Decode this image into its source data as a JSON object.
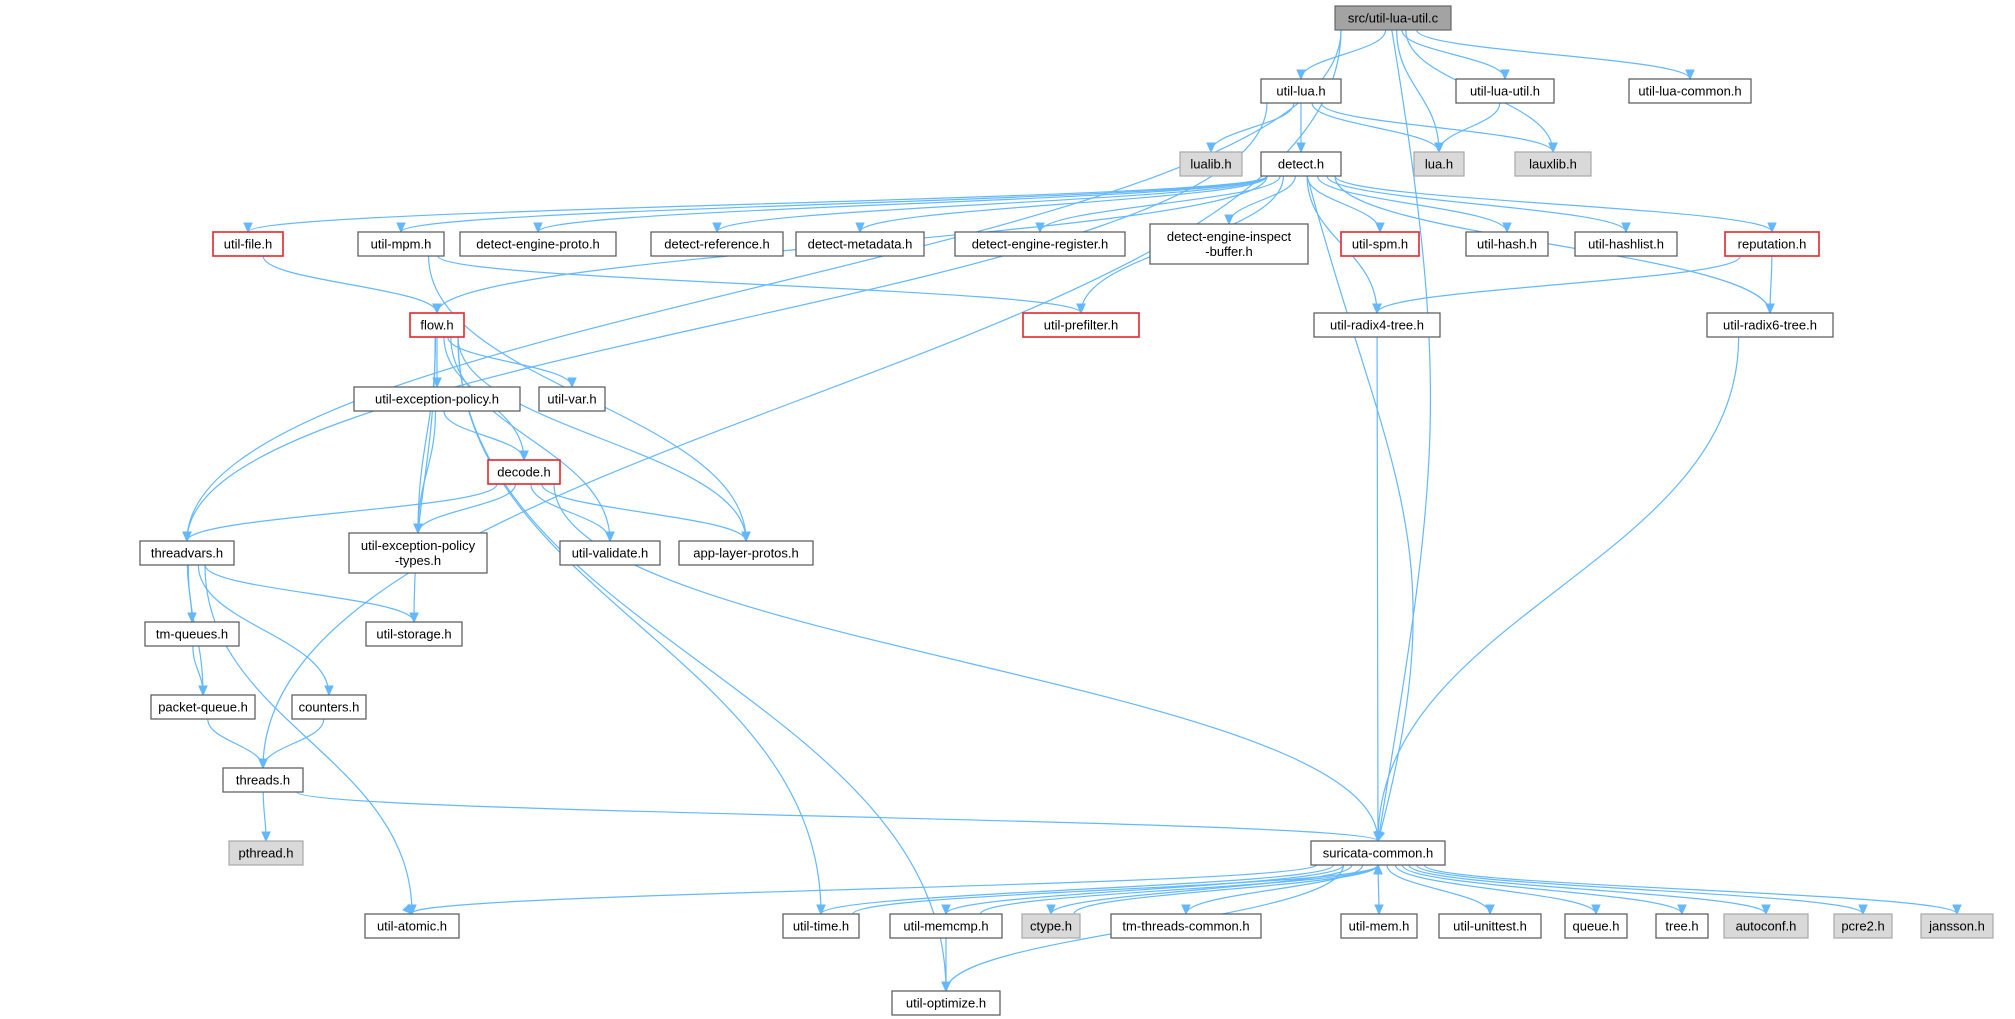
{
  "nodes": [
    {
      "id": "root",
      "style": "root",
      "lines": [
        "src/util-lua-util.c"
      ]
    },
    {
      "id": "util-lua",
      "style": "plain",
      "lines": [
        "util-lua.h"
      ]
    },
    {
      "id": "util-lua-util",
      "style": "plain",
      "lines": [
        "util-lua-util.h"
      ]
    },
    {
      "id": "util-lua-common",
      "style": "plain",
      "lines": [
        "util-lua-common.h"
      ]
    },
    {
      "id": "lualib",
      "style": "system",
      "lines": [
        "lualib.h"
      ]
    },
    {
      "id": "detect",
      "style": "plain",
      "lines": [
        "detect.h"
      ]
    },
    {
      "id": "lua",
      "style": "system",
      "lines": [
        "lua.h"
      ]
    },
    {
      "id": "lauxlib",
      "style": "system",
      "lines": [
        "lauxlib.h"
      ]
    },
    {
      "id": "util-file",
      "style": "red",
      "lines": [
        "util-file.h"
      ]
    },
    {
      "id": "util-mpm",
      "style": "plain",
      "lines": [
        "util-mpm.h"
      ]
    },
    {
      "id": "detect-engine-proto",
      "style": "plain",
      "lines": [
        "detect-engine-proto.h"
      ]
    },
    {
      "id": "detect-reference",
      "style": "plain",
      "lines": [
        "detect-reference.h"
      ]
    },
    {
      "id": "detect-metadata",
      "style": "plain",
      "lines": [
        "detect-metadata.h"
      ]
    },
    {
      "id": "detect-engine-register",
      "style": "plain",
      "lines": [
        "detect-engine-register.h"
      ]
    },
    {
      "id": "detect-engine-inspect-buffer",
      "style": "plain",
      "lines": [
        "detect-engine-inspect",
        "-buffer.h"
      ]
    },
    {
      "id": "util-spm",
      "style": "red",
      "lines": [
        "util-spm.h"
      ]
    },
    {
      "id": "util-hash",
      "style": "plain",
      "lines": [
        "util-hash.h"
      ]
    },
    {
      "id": "util-hashlist",
      "style": "plain",
      "lines": [
        "util-hashlist.h"
      ]
    },
    {
      "id": "reputation",
      "style": "red",
      "lines": [
        "reputation.h"
      ]
    },
    {
      "id": "flow",
      "style": "red",
      "lines": [
        "flow.h"
      ]
    },
    {
      "id": "util-prefilter",
      "style": "red",
      "lines": [
        "util-prefilter.h"
      ]
    },
    {
      "id": "util-radix4-tree",
      "style": "plain",
      "lines": [
        "util-radix4-tree.h"
      ]
    },
    {
      "id": "util-radix6-tree",
      "style": "plain",
      "lines": [
        "util-radix6-tree.h"
      ]
    },
    {
      "id": "util-exception-policy",
      "style": "plain",
      "lines": [
        "util-exception-policy.h"
      ]
    },
    {
      "id": "util-var",
      "style": "plain",
      "lines": [
        "util-var.h"
      ]
    },
    {
      "id": "decode",
      "style": "red",
      "lines": [
        "decode.h"
      ]
    },
    {
      "id": "threadvars",
      "style": "plain",
      "lines": [
        "threadvars.h"
      ]
    },
    {
      "id": "util-exception-policy-types",
      "style": "plain",
      "lines": [
        "util-exception-policy",
        "-types.h"
      ]
    },
    {
      "id": "util-validate",
      "style": "plain",
      "lines": [
        "util-validate.h"
      ]
    },
    {
      "id": "app-layer-protos",
      "style": "plain",
      "lines": [
        "app-layer-protos.h"
      ]
    },
    {
      "id": "tm-queues",
      "style": "plain",
      "lines": [
        "tm-queues.h"
      ]
    },
    {
      "id": "util-storage",
      "style": "plain",
      "lines": [
        "util-storage.h"
      ]
    },
    {
      "id": "packet-queue",
      "style": "plain",
      "lines": [
        "packet-queue.h"
      ]
    },
    {
      "id": "counters",
      "style": "plain",
      "lines": [
        "counters.h"
      ]
    },
    {
      "id": "threads",
      "style": "plain",
      "lines": [
        "threads.h"
      ]
    },
    {
      "id": "pthread",
      "style": "system",
      "lines": [
        "pthread.h"
      ]
    },
    {
      "id": "suricata-common",
      "style": "plain",
      "lines": [
        "suricata-common.h"
      ]
    },
    {
      "id": "util-atomic",
      "style": "plain",
      "lines": [
        "util-atomic.h"
      ]
    },
    {
      "id": "util-time",
      "style": "plain",
      "lines": [
        "util-time.h"
      ]
    },
    {
      "id": "util-memcmp",
      "style": "plain",
      "lines": [
        "util-memcmp.h"
      ]
    },
    {
      "id": "ctype",
      "style": "system",
      "lines": [
        "ctype.h"
      ]
    },
    {
      "id": "tm-threads-common",
      "style": "plain",
      "lines": [
        "tm-threads-common.h"
      ]
    },
    {
      "id": "util-mem",
      "style": "plain",
      "lines": [
        "util-mem.h"
      ]
    },
    {
      "id": "util-unittest",
      "style": "plain",
      "lines": [
        "util-unittest.h"
      ]
    },
    {
      "id": "queue",
      "style": "plain",
      "lines": [
        "queue.h"
      ]
    },
    {
      "id": "tree",
      "style": "plain",
      "lines": [
        "tree.h"
      ]
    },
    {
      "id": "autoconf",
      "style": "system",
      "lines": [
        "autoconf.h"
      ]
    },
    {
      "id": "pcre2",
      "style": "system",
      "lines": [
        "pcre2.h"
      ]
    },
    {
      "id": "jansson",
      "style": "system",
      "lines": [
        "jansson.h"
      ]
    },
    {
      "id": "util-optimize",
      "style": "plain",
      "lines": [
        "util-optimize.h"
      ]
    }
  ],
  "edges": [
    [
      "root",
      "util-lua"
    ],
    [
      "root",
      "util-lua-util"
    ],
    [
      "root",
      "util-lua-common"
    ],
    [
      "root",
      "lua"
    ],
    [
      "root",
      "lauxlib"
    ],
    [
      "root",
      "threadvars"
    ],
    [
      "root",
      "threads"
    ],
    [
      "root",
      "suricata-common"
    ],
    [
      "util-lua",
      "lualib"
    ],
    [
      "util-lua",
      "detect"
    ],
    [
      "util-lua",
      "lua"
    ],
    [
      "util-lua",
      "lauxlib"
    ],
    [
      "util-lua",
      "threadvars"
    ],
    [
      "util-lua-util",
      "lua"
    ],
    [
      "detect",
      "util-file"
    ],
    [
      "detect",
      "util-mpm"
    ],
    [
      "detect",
      "detect-engine-proto"
    ],
    [
      "detect",
      "detect-reference"
    ],
    [
      "detect",
      "detect-metadata"
    ],
    [
      "detect",
      "detect-engine-register"
    ],
    [
      "detect",
      "detect-engine-inspect-buffer"
    ],
    [
      "detect",
      "util-spm"
    ],
    [
      "detect",
      "util-hash"
    ],
    [
      "detect",
      "util-hashlist"
    ],
    [
      "detect",
      "reputation"
    ],
    [
      "detect",
      "flow"
    ],
    [
      "detect",
      "util-prefilter"
    ],
    [
      "detect",
      "util-radix4-tree"
    ],
    [
      "detect",
      "util-radix6-tree"
    ],
    [
      "detect",
      "suricata-common"
    ],
    [
      "util-file",
      "flow"
    ],
    [
      "util-mpm",
      "util-prefilter"
    ],
    [
      "util-mpm",
      "app-layer-protos"
    ],
    [
      "reputation",
      "util-radix4-tree"
    ],
    [
      "reputation",
      "util-radix6-tree"
    ],
    [
      "util-radix4-tree",
      "suricata-common"
    ],
    [
      "util-radix6-tree",
      "suricata-common"
    ],
    [
      "flow",
      "util-exception-policy"
    ],
    [
      "flow",
      "util-var"
    ],
    [
      "flow",
      "decode"
    ],
    [
      "flow",
      "util-exception-policy-types"
    ],
    [
      "flow",
      "util-validate"
    ],
    [
      "flow",
      "app-layer-protos"
    ],
    [
      "flow",
      "util-storage"
    ],
    [
      "flow",
      "util-time"
    ],
    [
      "flow",
      "util-optimize"
    ],
    [
      "util-exception-policy",
      "decode"
    ],
    [
      "util-exception-policy",
      "util-exception-policy-types"
    ],
    [
      "decode",
      "threadvars"
    ],
    [
      "decode",
      "util-exception-policy-types"
    ],
    [
      "decode",
      "util-validate"
    ],
    [
      "decode",
      "app-layer-protos"
    ],
    [
      "decode",
      "suricata-common"
    ],
    [
      "threadvars",
      "tm-queues"
    ],
    [
      "threadvars",
      "util-storage"
    ],
    [
      "threadvars",
      "packet-queue"
    ],
    [
      "threadvars",
      "counters"
    ],
    [
      "threadvars",
      "util-atomic"
    ],
    [
      "tm-queues",
      "packet-queue"
    ],
    [
      "packet-queue",
      "threads"
    ],
    [
      "counters",
      "threads"
    ],
    [
      "threads",
      "pthread"
    ],
    [
      "threads",
      "suricata-common"
    ],
    [
      "suricata-common",
      "util-atomic"
    ],
    [
      "suricata-common",
      "util-time"
    ],
    [
      "suricata-common",
      "util-memcmp"
    ],
    [
      "suricata-common",
      "ctype"
    ],
    [
      "suricata-common",
      "tm-threads-common"
    ],
    [
      "suricata-common",
      "util-mem"
    ],
    [
      "suricata-common",
      "util-unittest"
    ],
    [
      "suricata-common",
      "queue"
    ],
    [
      "suricata-common",
      "tree"
    ],
    [
      "suricata-common",
      "autoconf"
    ],
    [
      "suricata-common",
      "pcre2"
    ],
    [
      "suricata-common",
      "jansson"
    ],
    [
      "suricata-common",
      "util-optimize"
    ],
    [
      "util-time",
      "suricata-common"
    ],
    [
      "util-memcmp",
      "suricata-common"
    ],
    [
      "ctype",
      "suricata-common"
    ],
    [
      "util-memcmp",
      "util-optimize"
    ]
  ],
  "colors": {
    "edge": "#63b8ff",
    "node_border": "#555555",
    "highlight_border": "#e3262b",
    "system_fill": "#d9d9d9",
    "root_fill": "#a3a3a3"
  }
}
